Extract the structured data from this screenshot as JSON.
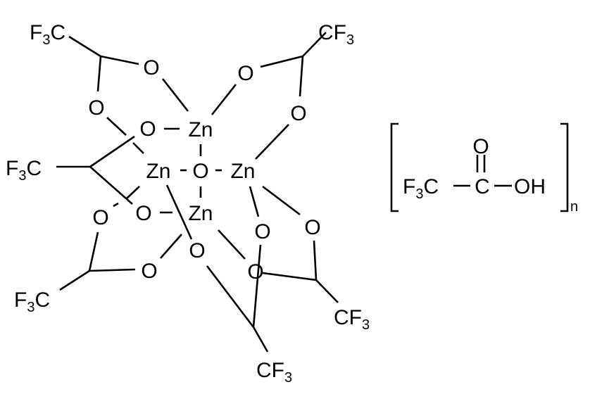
{
  "molecule": {
    "metal": "Zn",
    "oxygen": "O",
    "cf3_left_prefix": "F",
    "cf3_left_sub": "3",
    "cf3_left_suffix": "C",
    "cf3_right_prefix": "CF",
    "cf3_right_sub": "3"
  },
  "acid": {
    "carbonyl_o": "O",
    "f3c_f": "F",
    "f3c_sub": "3",
    "f3c_c": "C",
    "carbon": "C",
    "hydroxyl": "OH",
    "repeat": "n"
  },
  "colors": {
    "ink": "#000000",
    "background": "#ffffff"
  }
}
